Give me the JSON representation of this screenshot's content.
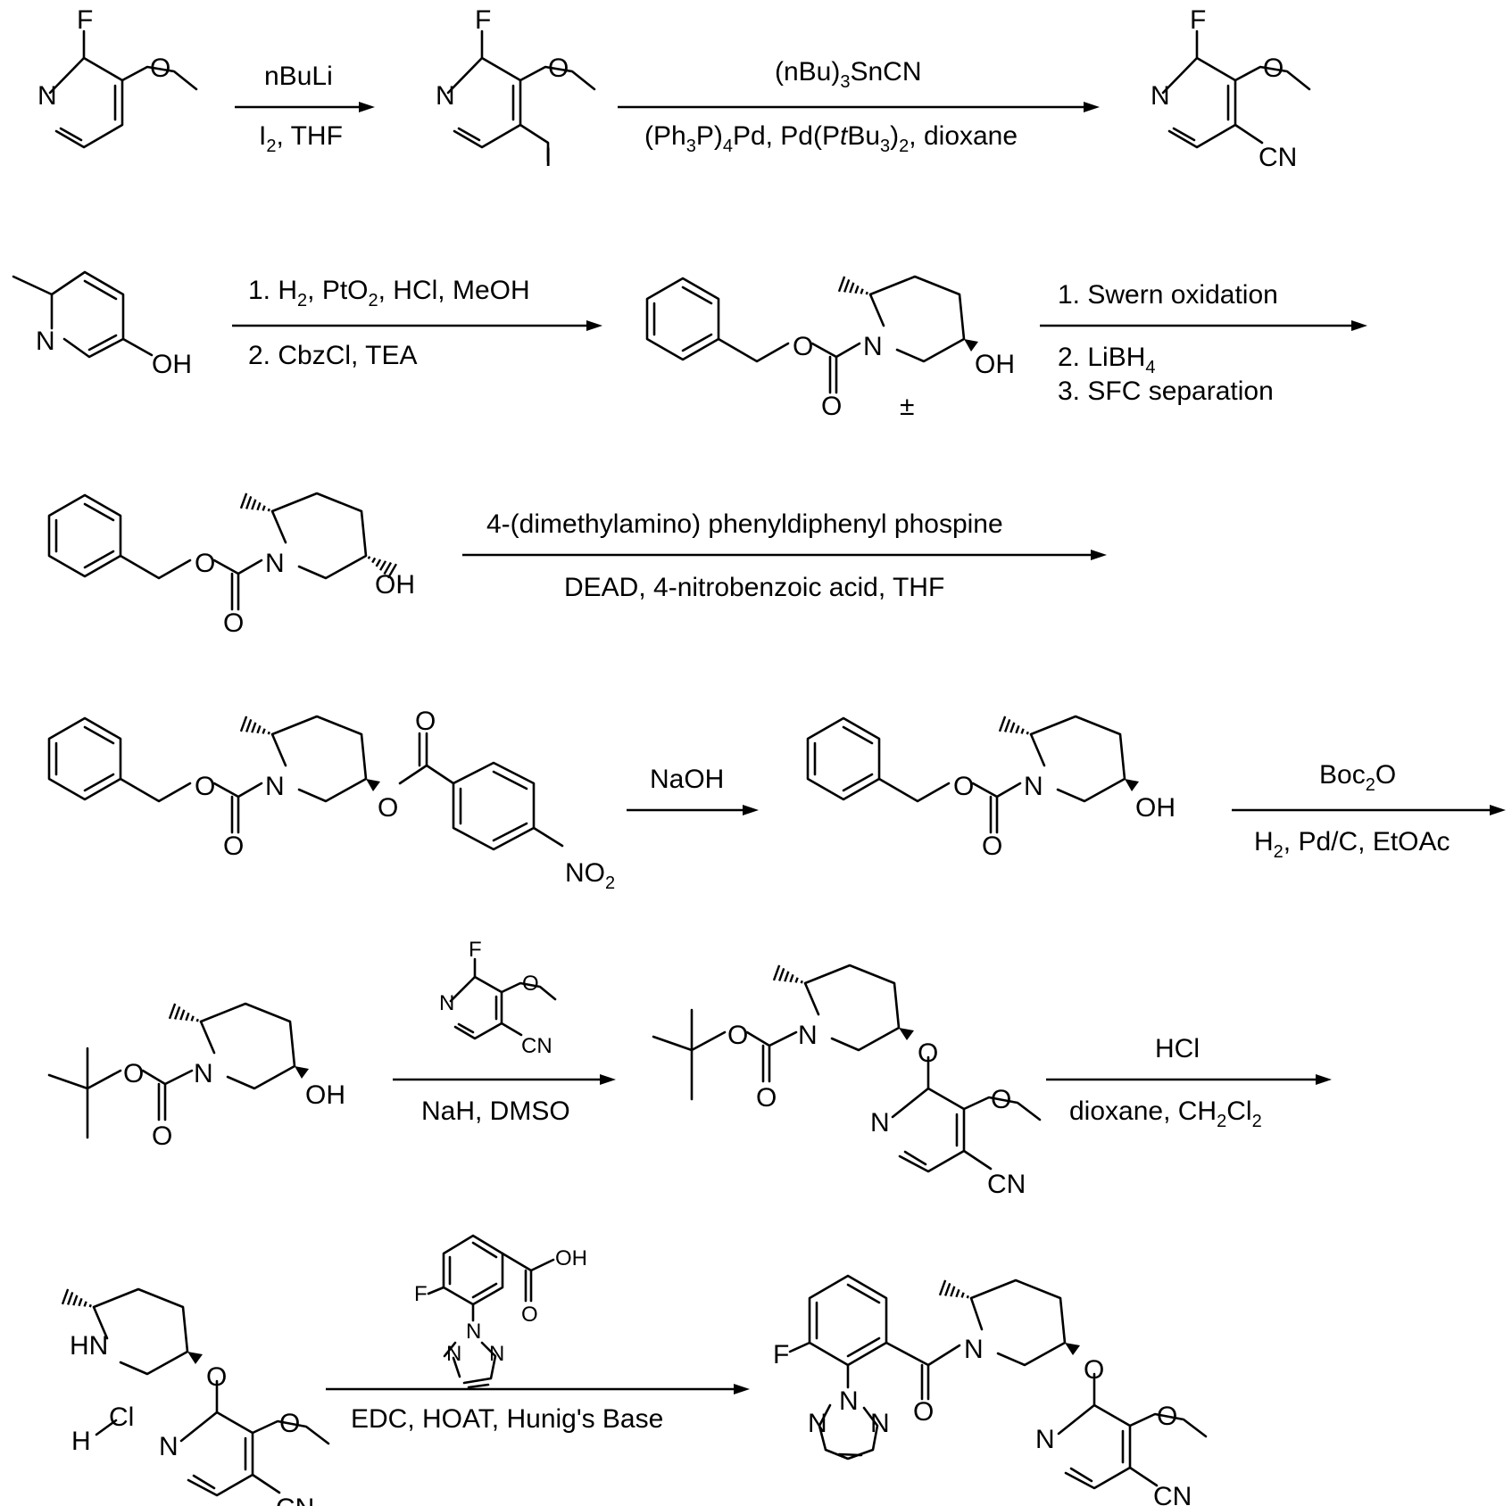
{
  "atoms": {
    "F": "F",
    "N": "N",
    "O": "O",
    "I": "I",
    "CN": "CN",
    "OH": "OH",
    "NO": "NO",
    "two": "2",
    "HN": "HN",
    "H": "H",
    "Cl": "Cl",
    "pm": "±"
  },
  "conditions": {
    "r1_top": "nBuLi",
    "r1_bot_a": "I",
    "r1_bot_sub": "2",
    "r1_bot_b": ", THF",
    "r2_top_a": "(nBu)",
    "r2_top_sub": "3",
    "r2_top_b": "SnCN",
    "r2_bot_a": "(Ph",
    "r2_bot_s1": "3",
    "r2_bot_b": "P)",
    "r2_bot_s2": "4",
    "r2_bot_c": "Pd, Pd(P",
    "r2_bot_it": "t",
    "r2_bot_d": "Bu",
    "r2_bot_s3": "3",
    "r2_bot_e": ")",
    "r2_bot_s4": "2",
    "r2_bot_f": ", dioxane",
    "r3_top_a": "1. H",
    "r3_top_s1": "2",
    "r3_top_b": ", PtO",
    "r3_top_s2": "2",
    "r3_top_c": ", HCl, MeOH",
    "r3_bot": "2. CbzCl, TEA",
    "r4_l1": "1. Swern oxidation",
    "r4_l2_a": "2. LiBH",
    "r4_l2_sub": "4",
    "r4_l3": "3. SFC separation",
    "r5_top": "4-(dimethylamino) phenyldiphenyl phospine",
    "r5_bot": "DEAD, 4-nitrobenzoic acid, THF",
    "r6_top": "NaOH",
    "r7_top_a": "Boc",
    "r7_top_sub": "2",
    "r7_top_b": "O",
    "r7_bot_a": "H",
    "r7_bot_sub": "2",
    "r7_bot_b": ", Pd/C, EtOAc",
    "r8_bot": "NaH, DMSO",
    "r9_top": "HCl",
    "r9_bot_a": "dioxane, CH",
    "r9_bot_s1": "2",
    "r9_bot_b": "Cl",
    "r9_bot_s2": "2",
    "r10_bot": "EDC, HOAT, Hunig's Base"
  }
}
